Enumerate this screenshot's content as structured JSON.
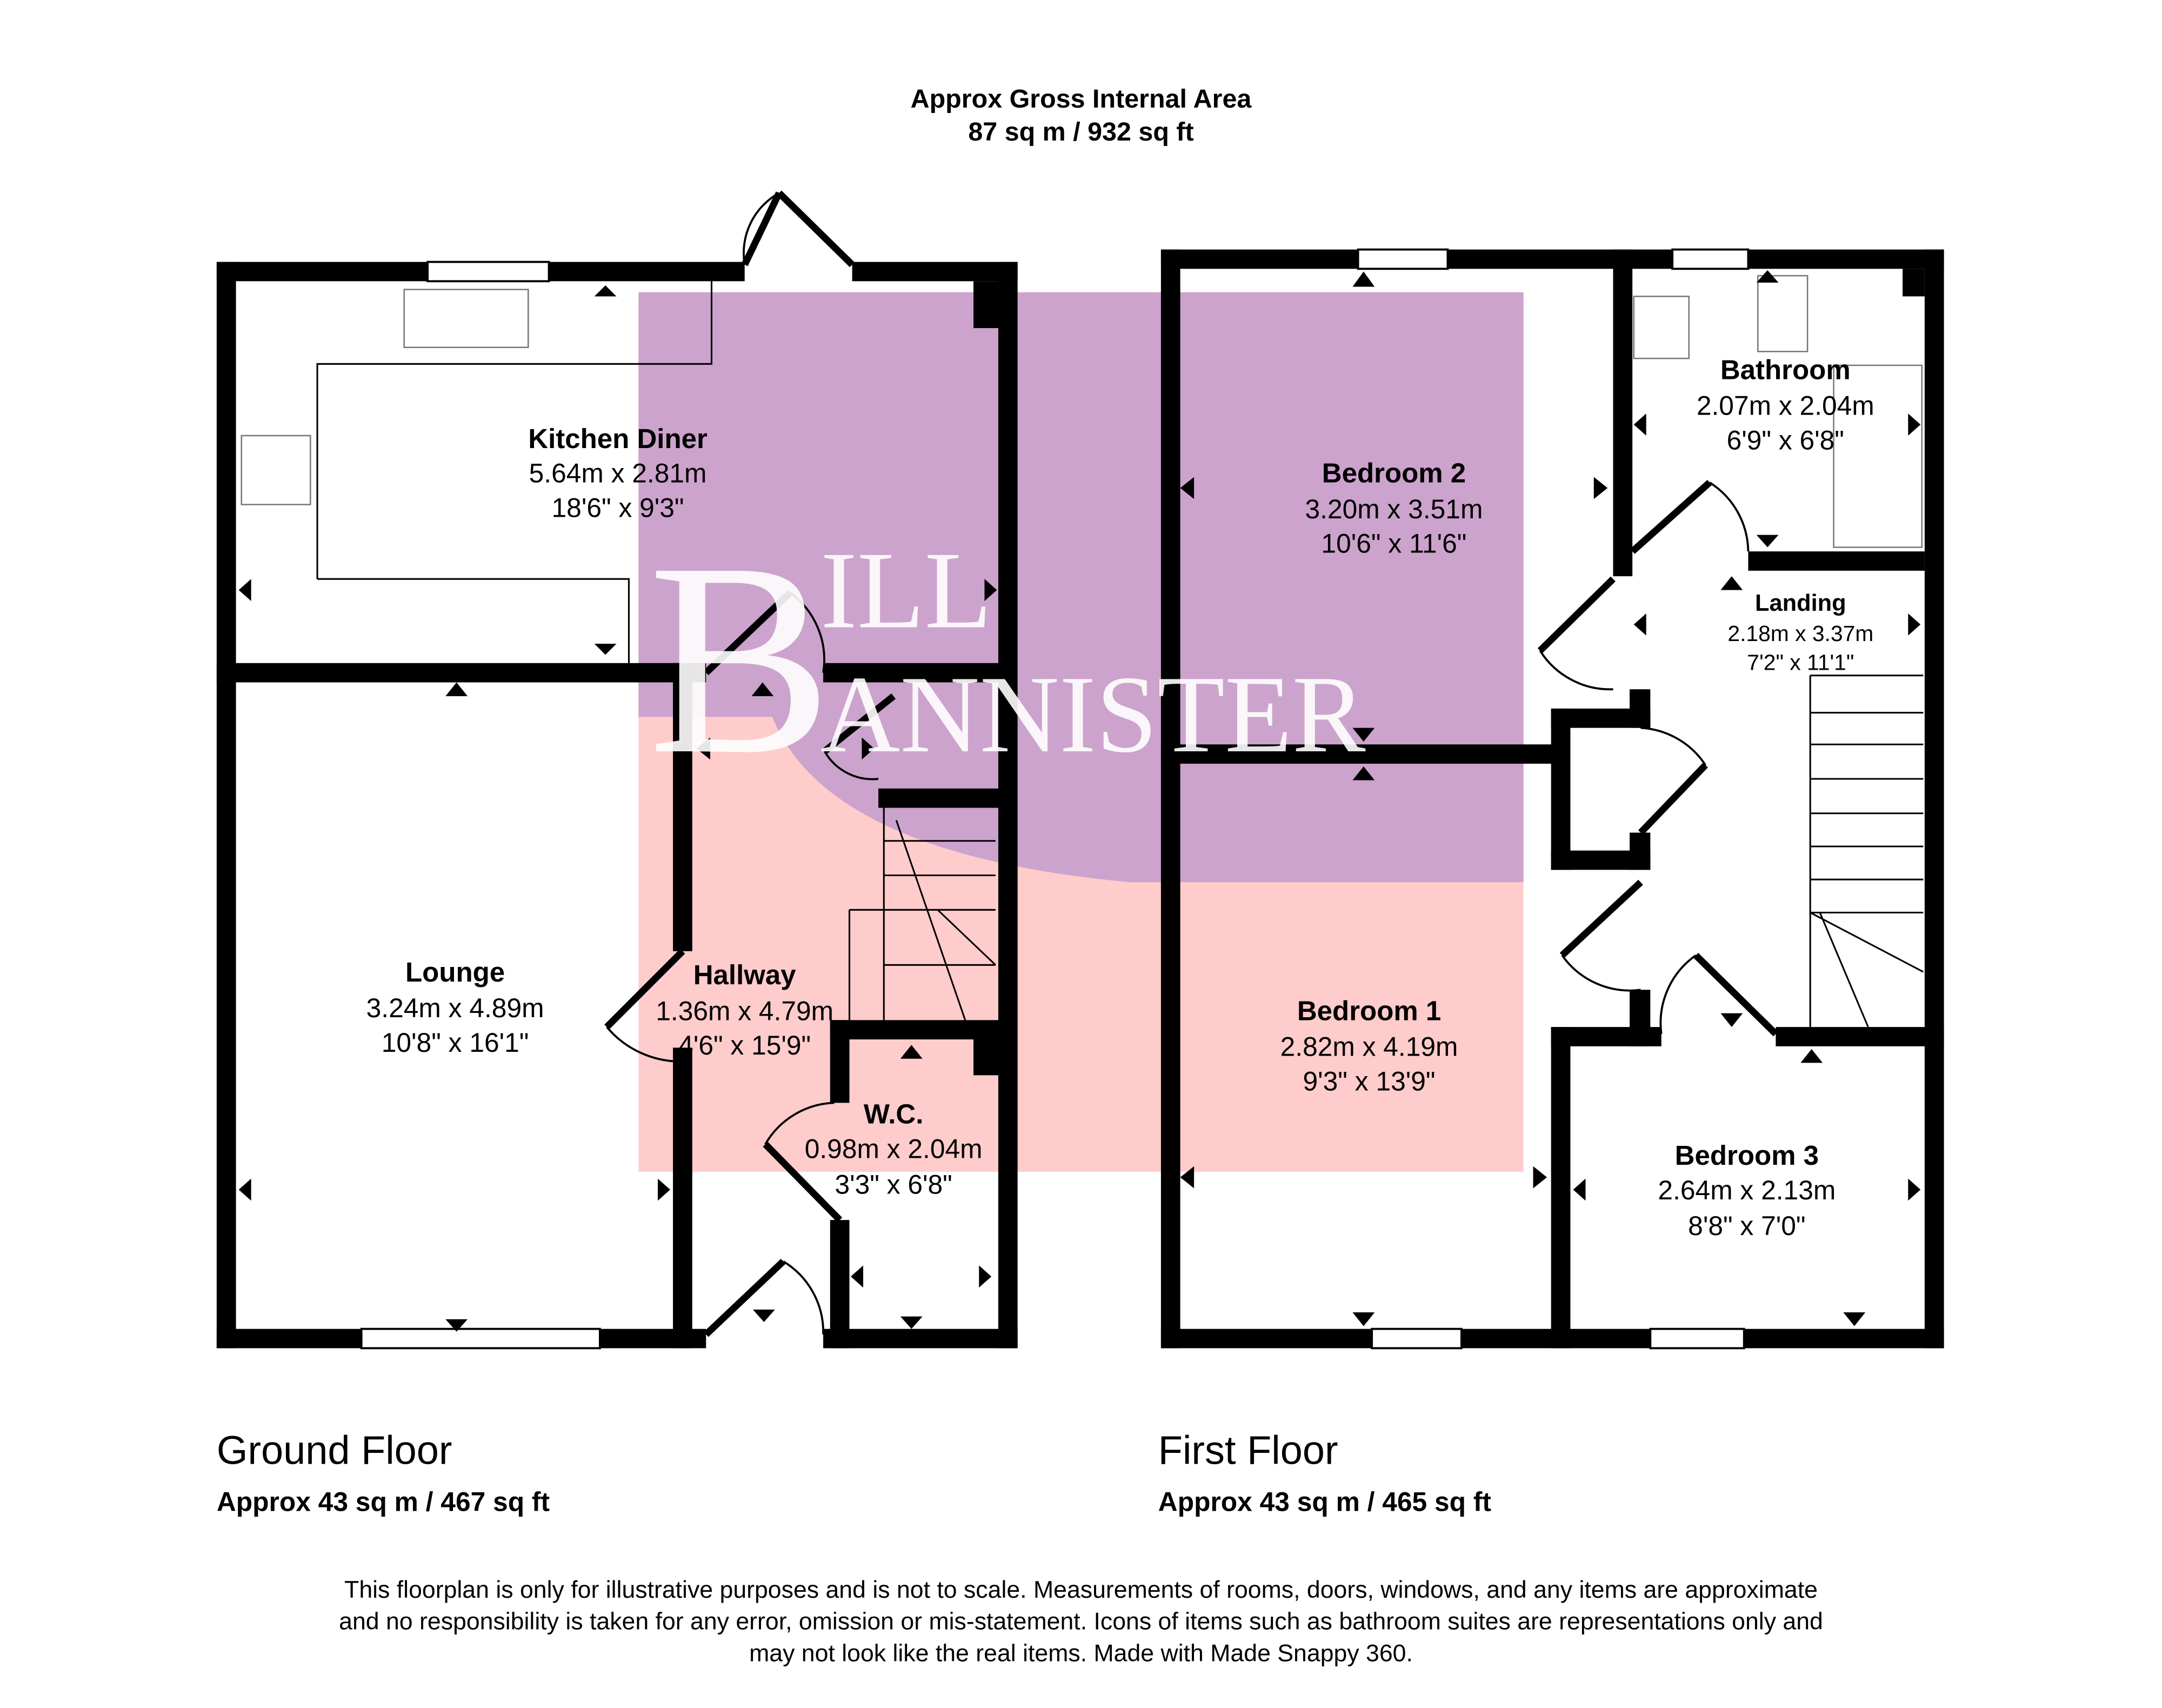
{
  "header": {
    "line1": "Approx Gross Internal Area",
    "line2": "87 sq m / 932 sq ft"
  },
  "watermark": {
    "text": "BILL BANNISTER",
    "color_top": "#ccccff",
    "color_bottom": "#ffcccc"
  },
  "ground_floor": {
    "title": "Ground Floor",
    "area": "Approx 43 sq m / 467 sq ft",
    "rooms": [
      {
        "name": "Kitchen Diner",
        "metric": "5.64m x 2.81m",
        "imperial": "18'6\" x 9'3\""
      },
      {
        "name": "Lounge",
        "metric": "3.24m x 4.89m",
        "imperial": "10'8\" x 16'1\""
      },
      {
        "name": "Hallway",
        "metric": "1.36m x 4.79m",
        "imperial": "4'6\" x 15'9\""
      },
      {
        "name": "W.C.",
        "metric": "0.98m x 2.04m",
        "imperial": "3'3\" x 6'8\""
      }
    ]
  },
  "first_floor": {
    "title": "First Floor",
    "area": "Approx 43 sq m / 465 sq ft",
    "rooms": [
      {
        "name": "Bedroom 2",
        "metric": "3.20m x 3.51m",
        "imperial": "10'6\" x 11'6\""
      },
      {
        "name": "Bathroom",
        "metric": "2.07m x 2.04m",
        "imperial": "6'9\" x 6'8\""
      },
      {
        "name": "Landing",
        "metric": "2.18m x 3.37m",
        "imperial": "7'2\" x 11'1\""
      },
      {
        "name": "Bedroom 1",
        "metric": "2.82m x 4.19m",
        "imperial": "9'3\" x 13'9\""
      },
      {
        "name": "Bedroom 3",
        "metric": "2.64m x 2.13m",
        "imperial": "8'8\" x 7'0\""
      }
    ]
  },
  "disclaimer": [
    "This floorplan is only for illustrative purposes and is not to scale. Measurements of rooms, doors, windows, and any items are approximate",
    "and no responsibility is taken for any error, omission or mis-statement. Icons of items such as bathroom suites are representations only and",
    "may not look like the real items. Made with Made Snappy 360."
  ]
}
